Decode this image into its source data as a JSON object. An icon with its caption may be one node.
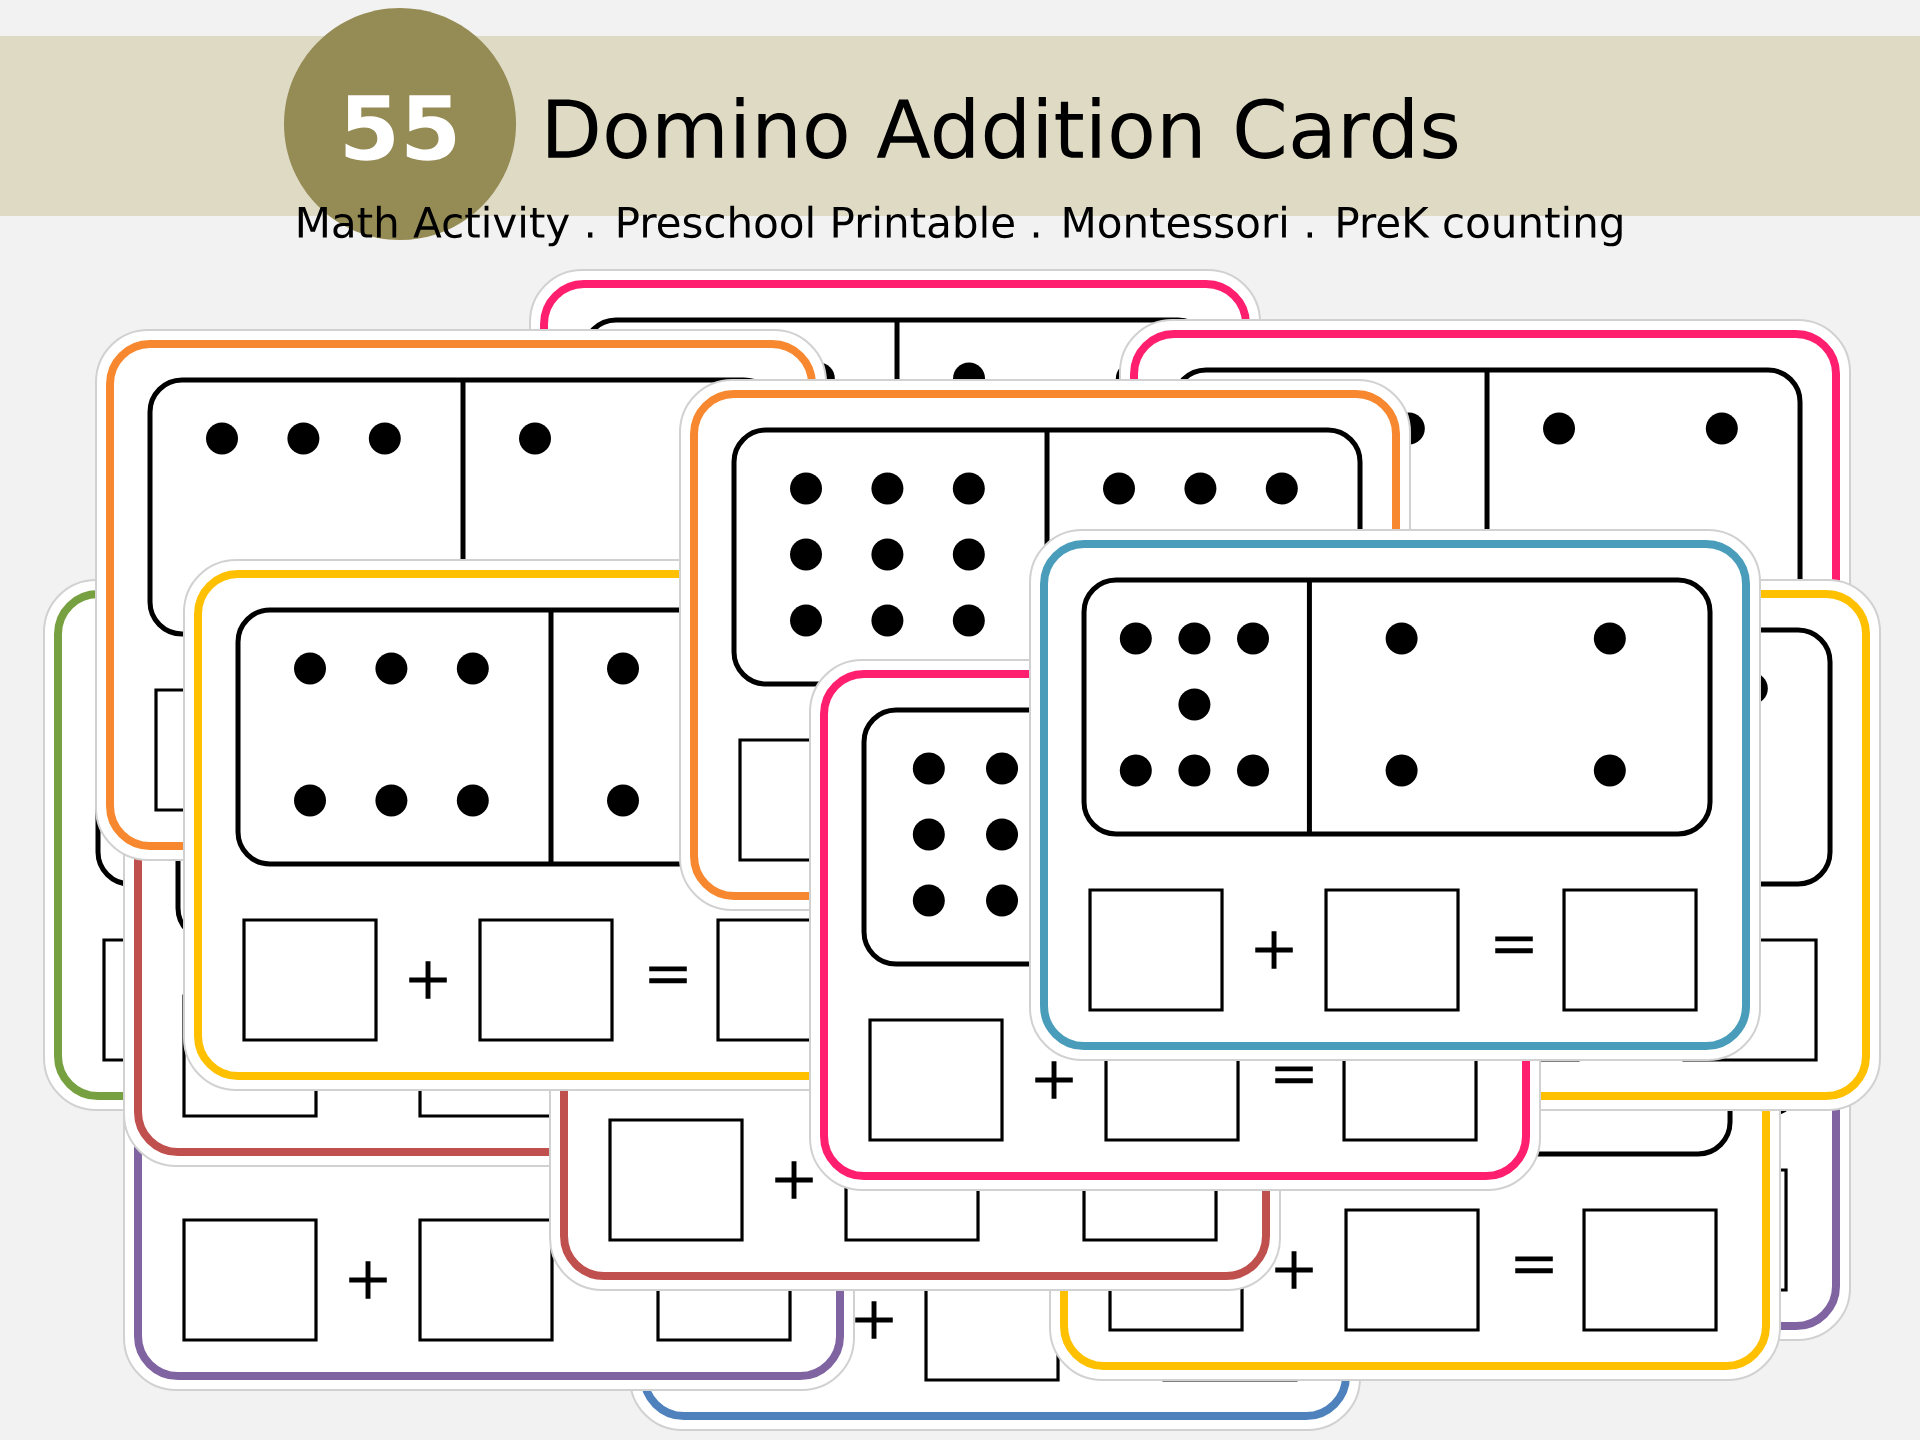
{
  "diagram": {
    "title": "Domino Addition Cards",
    "labels": [
      "55",
      "Math Activity . Preschool Printable . Montessori . PreK counting",
      "+",
      "=",
      "+",
      "=",
      "+",
      "=",
      "+",
      "+",
      "=",
      "+",
      "+"
    ]
  }
}
